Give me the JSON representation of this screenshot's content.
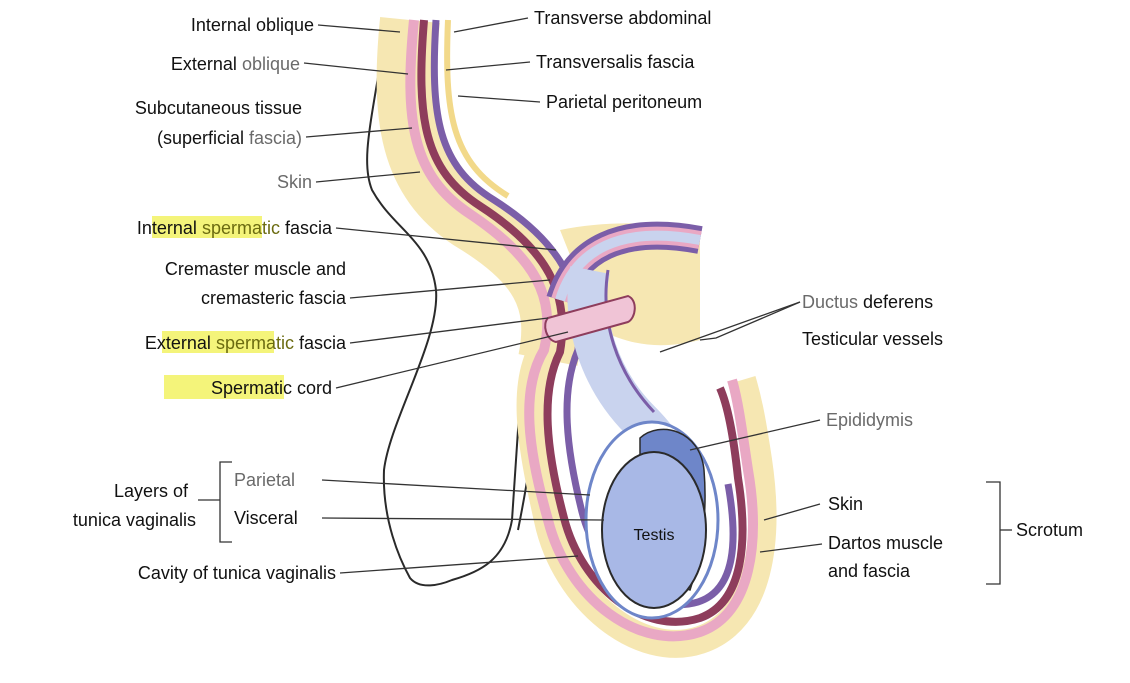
{
  "colors": {
    "yellow_tissue": "#f6e7b2",
    "pink_layer": "#e9a8c4",
    "maroon_layer": "#8e3d5c",
    "violet_layer": "#7b5ea8",
    "blue_cord": "#c9d3ee",
    "testis": "#a8b8e6",
    "epididymis": "#6e86c9",
    "outline": "#2a2a2a",
    "highlight": "#f4f47a"
  },
  "labels": {
    "internal_oblique": "Internal oblique",
    "external_oblique_a": "External ",
    "external_oblique_b": "oblique",
    "subcutaneous_1": "Subcutaneous tissue",
    "subcutaneous_2a": "(superficial ",
    "subcutaneous_2b": "fascia)",
    "skin_top": "Skin",
    "internal_spermatic_a": "Internal ",
    "internal_spermatic_b": "spermatic",
    "internal_spermatic_c": " fascia",
    "cremaster_1": "Cremaster muscle and",
    "cremaster_2": "cremasteric fascia",
    "external_spermatic_a": "External ",
    "external_spermatic_b": "spermatic",
    "external_spermatic_c": " fascia",
    "spermatic_cord_a": "Spermatic",
    "spermatic_cord_b": " cord",
    "layers_1": "Layers of",
    "layers_2": "tunica vaginalis",
    "parietal": "Parietal",
    "visceral": "Visceral",
    "cavity": "Cavity of tunica vaginalis",
    "transverse_abdominal": "Transverse abdominal",
    "transversalis_fascia": "Transversalis fascia",
    "parietal_peritoneum": "Parietal peritoneum",
    "ductus_a": "Ductus ",
    "ductus_b": "deferens",
    "testicular_vessels": "Testicular vessels",
    "epididymis": "Epididymis",
    "skin_scrotum": "Skin",
    "dartos_1": "Dartos muscle",
    "dartos_2": "and fascia",
    "scrotum": "Scrotum",
    "testis": "Testis"
  }
}
